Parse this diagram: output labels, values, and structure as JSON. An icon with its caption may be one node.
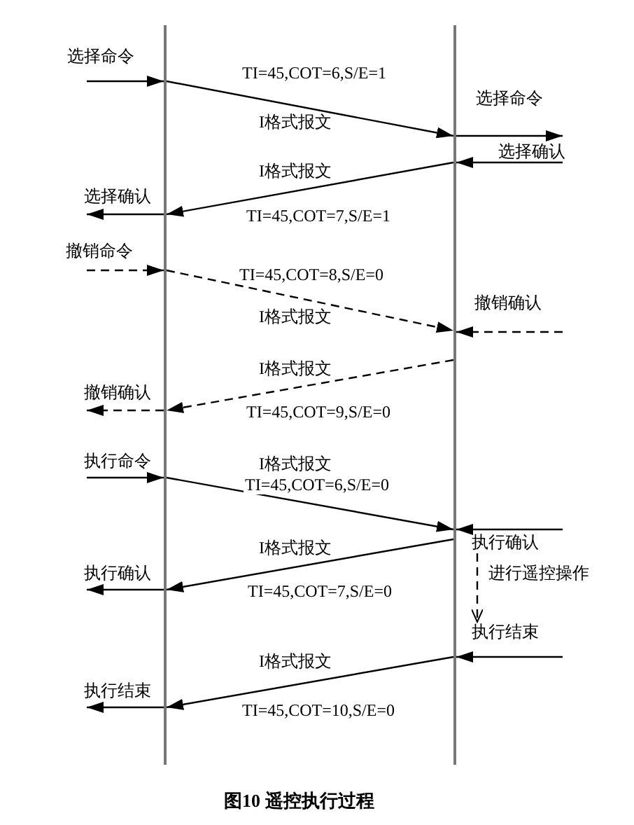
{
  "diagram": {
    "caption": "图10 遥控执行过程",
    "nodes": [
      {
        "text": [],
        "shape": "bar"
      },
      {
        "text": [],
        "shape": "bar"
      },
      {
        "text": [
          "选择命令"
        ]
      },
      {
        "text": [
          "选择命令"
        ]
      },
      {
        "text": [
          "选择确认"
        ]
      },
      {
        "text": [
          "选择确认"
        ]
      },
      {
        "text": [
          "撤销命令"
        ]
      },
      {
        "text": [
          "撤销确认"
        ]
      },
      {
        "text": [
          "撤销确认"
        ]
      },
      {
        "text": [
          "执行命令"
        ]
      },
      {
        "text": [
          "执行确认"
        ]
      },
      {
        "text": [
          "执行确认"
        ]
      },
      {
        "text": [
          "执行结束"
        ]
      },
      {
        "text": [
          "执行结束"
        ]
      }
    ],
    "edges": [
      {
        "from": 2,
        "to": 0,
        "arrow": "to"
      },
      {
        "from": 0,
        "to": 1,
        "arrow": "to",
        "label": "TI=45,COT=6,S/E=1"
      },
      {
        "from": 1,
        "to": 3,
        "arrow": "to"
      },
      {
        "from": 4,
        "to": 1,
        "arrow": "to"
      },
      {
        "from": 1,
        "to": 0,
        "arrow": "to",
        "label": "TI=45,COT=7,S/E=1"
      },
      {
        "from": 0,
        "to": 5,
        "arrow": "to"
      },
      {
        "from": 6,
        "to": 0,
        "arrow": "to",
        "style": "dashed"
      },
      {
        "from": 0,
        "to": 1,
        "arrow": "to",
        "style": "dashed",
        "label": "TI=45,COT=8,S/E=0"
      },
      {
        "from": 7,
        "to": 1,
        "arrow": "to",
        "style": "dashed"
      },
      {
        "from": 1,
        "to": 0,
        "arrow": "to",
        "style": "dashed",
        "label": "TI=45,COT=9,S/E=0"
      },
      {
        "from": 0,
        "to": 8,
        "arrow": "to",
        "style": "dashed"
      },
      {
        "from": 9,
        "to": 0,
        "arrow": "to"
      },
      {
        "from": 0,
        "to": 1,
        "arrow": "to",
        "label": "TI=45,COT=6,S/E=0"
      },
      {
        "from": 10,
        "to": 1,
        "arrow": "to"
      },
      {
        "from": 1,
        "to": 0,
        "arrow": "to",
        "label": "TI=45,COT=7,S/E=0"
      },
      {
        "from": 0,
        "to": 11,
        "arrow": "to"
      },
      {
        "from": 10,
        "to": 12,
        "arrow": "to",
        "style": "dashed",
        "label": "进行遥控操作"
      },
      {
        "from": 12,
        "to": 1,
        "arrow": "to"
      },
      {
        "from": 1,
        "to": 0,
        "arrow": "to",
        "label": "TI=45,COT=10,S/E=0"
      },
      {
        "from": 0,
        "to": 13,
        "arrow": "to"
      }
    ],
    "labels": [
      "I格式报文",
      "I格式报文",
      "I格式报文",
      "I格式报文",
      "I格式报文",
      "I格式报文",
      "I格式报文"
    ]
  }
}
